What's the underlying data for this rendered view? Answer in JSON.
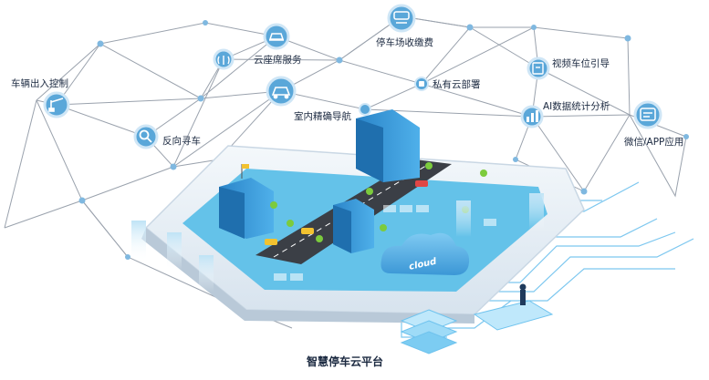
{
  "title": "智慧停车云平台",
  "cloud_label": "cloud",
  "colors": {
    "node": "#5aa7d9",
    "node_dark": "#2f7fbf",
    "line": "#8d96a3",
    "circuit": "#6fc3ee",
    "building": "#2d8fd3",
    "road": "#3b3f46"
  },
  "nodes": [
    {
      "id": "vehicle",
      "label": "车辆出入控制",
      "icon": "barrier-gate-icon"
    },
    {
      "id": "cloudseat",
      "label": "云座席服务",
      "icon": "car-service-icon"
    },
    {
      "id": "payment",
      "label": "停车场收缴费",
      "icon": "payment-car-icon"
    },
    {
      "id": "video",
      "label": "视频车位引导",
      "icon": "video-guide-icon"
    },
    {
      "id": "private",
      "label": "私有云部署",
      "icon": "private-cloud-icon"
    },
    {
      "id": "ai",
      "label": "AI数据统计分析",
      "icon": "bar-chart-icon"
    },
    {
      "id": "indoor",
      "label": "室内精确导航",
      "icon": "navigation-car-icon"
    },
    {
      "id": "search",
      "label": "反向寻车",
      "icon": "search-icon"
    },
    {
      "id": "wechat",
      "label": "微信/APP应用",
      "icon": "app-icon"
    },
    {
      "id": "antenna",
      "label": "",
      "icon": "antenna-icon"
    }
  ]
}
